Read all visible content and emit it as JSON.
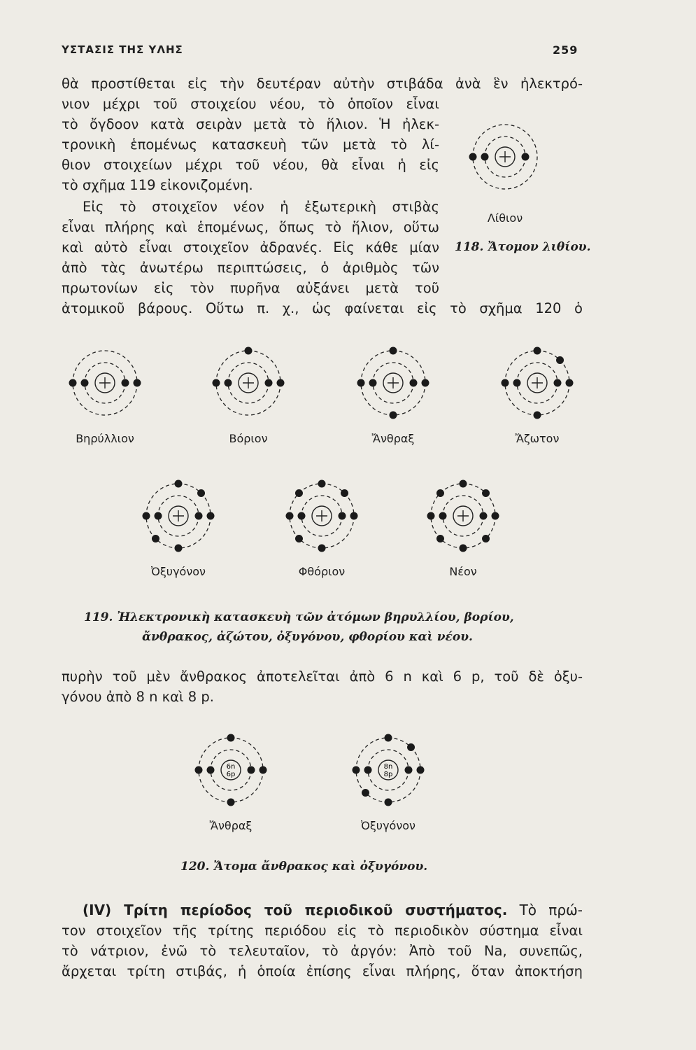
{
  "header": {
    "title": "ΥΣΤΑΣΙΣ ΤΗΣ ΥΛΗΣ",
    "page_number": "259"
  },
  "para1": [
    "θὰ προστίθεται εἰς τὴν δευτέραν αὐτὴν στιβάδα ἀνὰ ἓν ἠλεκτρό-",
    "νιον μέχρι τοῦ στοιχείου νέου, τὸ ὁποῖον εἶναι",
    "τὸ ὄγδοον κατὰ σειρὰν μετὰ τὸ ἥλιον. Ἡ ἠλεκ-",
    "τρονικὴ ἑπομένως κατασκευὴ τῶν μετὰ τὸ λί-",
    "θιον στοιχείων μέχρι τοῦ νέου, θὰ εἶναι ἡ εἰς",
    "τὸ σχῆμα 119 εἰκονιζομένη."
  ],
  "para2": [
    "Εἰς τὸ στοιχεῖον νέον ἡ ἐξωτερικὴ στιβὰς",
    "εἶναι πλήρης καὶ ἑπομένως, ὅπως τὸ ἥλιον, οὕτω",
    "καὶ αὐτὸ εἶναι στοιχεῖον ἀδρανές. Εἰς κάθε μίαν",
    "ἀπὸ τὰς ἀνωτέρω περιπτώσεις, ὁ ἀριθμὸς τῶν",
    "πρωτονίων εἰς τὸν πυρῆνα αὐξάνει μετὰ τοῦ",
    "ἀτομικοῦ βάρους. Οὕτω π. χ., ὡς φαίνεται εἰς τὸ σχῆμα 120 ὁ"
  ],
  "fig118": {
    "label": "Λίθιον",
    "caption_num": "118.",
    "caption": "Ἄτομον λιθίου.",
    "outer_electrons": 1
  },
  "fig119": {
    "atoms": [
      {
        "label": "Βηρύλλιον",
        "outer_electrons": 2
      },
      {
        "label": "Βόριον",
        "outer_electrons": 3
      },
      {
        "label": "Ἄνθραξ",
        "outer_electrons": 4
      },
      {
        "label": "Ἄζωτον",
        "outer_electrons": 5
      },
      {
        "label": "Ὀξυγόνον",
        "outer_electrons": 6
      },
      {
        "label": "Φθόριον",
        "outer_electrons": 7
      },
      {
        "label": "Νέον",
        "outer_electrons": 8
      }
    ],
    "caption_num": "119.",
    "caption_line1": "Ἠλεκτρονικὴ κατασκευὴ τῶν ἀτόμων βηρυλλίου, βορίου,",
    "caption_line2": "ἄνθρακος, ἀζώτου, ὀξυγόνου, φθορίου καὶ νέου."
  },
  "para3": [
    "πυρὴν τοῦ μὲν ἄνθρακος ἀποτελεῖται ἀπὸ 6 n καὶ 6 p, τοῦ δὲ ὀξυ-",
    "γόνου ἀπὸ 8 n καὶ 8 p."
  ],
  "fig120": {
    "atoms": [
      {
        "label": "Ἄνθραξ",
        "nucleus_n": "6n",
        "nucleus_p": "6p",
        "outer_electrons": 4
      },
      {
        "label": "Ὀξυγόνον",
        "nucleus_n": "8n",
        "nucleus_p": "8p",
        "outer_electrons": 6
      }
    ],
    "caption_num": "120.",
    "caption": "Ἄτομα ἄνθρακος καὶ ὀξυγόνου."
  },
  "section": {
    "heading": "(IV) Τρίτη περίοδος τοῦ περιοδικοῦ συστήματος.",
    "lines": [
      " Τὸ πρώ-",
      "τον στοιχεῖον τῆς τρίτης περιόδου εἰς τὸ περιοδικὸν σύστημα εἶναι",
      "τὸ νάτριον, ἐνῶ τὸ τελευταῖον, τὸ ἀργόν: Ἀπὸ τοῦ Na, συνεπῶς,",
      "ἄρχεται τρίτη στιβάς, ἡ ὁποία ἐπίσης εἶναι πλήρης, ὅταν ἀποκτήση"
    ]
  }
}
